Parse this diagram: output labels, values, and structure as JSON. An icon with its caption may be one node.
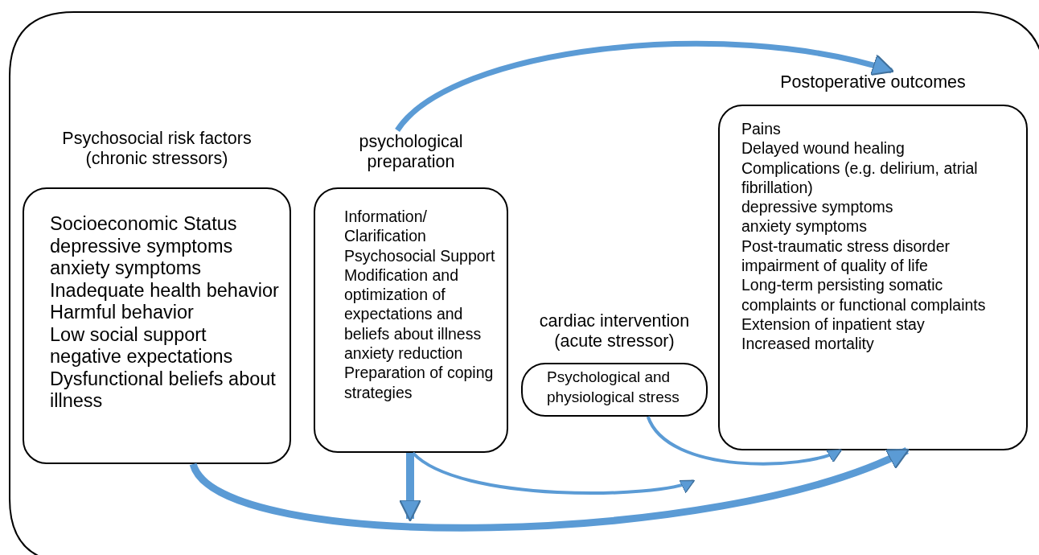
{
  "diagram": {
    "nodes": [
      {
        "text": [
          "Psychosocial risk factors (chronic stressors)",
          "Socioeconomic Status",
          "depressive symptoms",
          "anxiety symptoms",
          "Inadequate health behavior",
          "Harmful behavior",
          "Low social support",
          "negative expectations",
          "Dysfunctional beliefs about illness"
        ]
      },
      {
        "text": [
          "psychological preparation",
          "Information/ Clarification",
          "Psychosocial Support",
          "Modification and optimization of expectations and beliefs about illness",
          "anxiety reduction",
          "Preparation of coping strategies"
        ]
      },
      {
        "text": [
          "cardiac intervention (acute stressor)",
          "Psychological and physiological stress"
        ]
      },
      {
        "text": [
          "Postoperative outcomes",
          "Pains",
          "Delayed wound healing",
          "Complications (e.g. delirium, atrial fibrillation)",
          "depressive symptoms",
          "anxiety symptoms",
          "Post-traumatic stress disorder",
          "impairment of quality of life",
          "Long-term persisting somatic complaints or functional complaints",
          "Extension of inpatient stay",
          "Increased mortality"
        ]
      }
    ],
    "edges": [
      {
        "from": 1,
        "to": 3,
        "arrow": "to"
      },
      {
        "from": 0,
        "to": 3,
        "arrow": "to"
      },
      {
        "from": 1,
        "to": null,
        "arrow": "to"
      },
      {
        "from": 1,
        "to": null,
        "arrow": "to"
      },
      {
        "from": 2,
        "to": 3,
        "arrow": "to"
      }
    ]
  }
}
